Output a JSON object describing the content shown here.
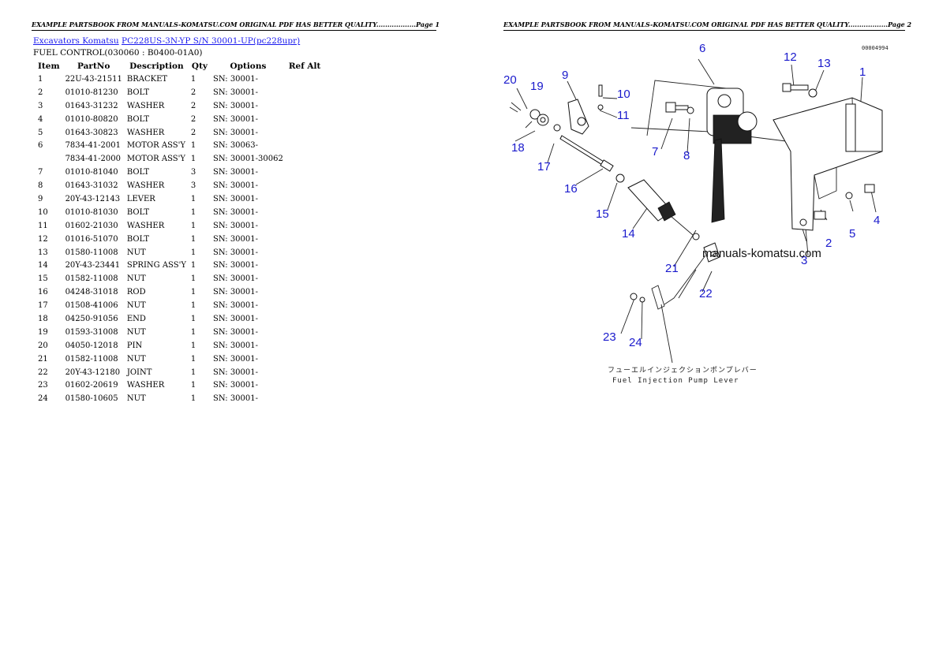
{
  "header": {
    "page1": "EXAMPLE PARTSBOOK FROM MANUALS-KOMATSU.COM ORIGINAL PDF HAS BETTER QUALITY..................Page 1",
    "page2": "EXAMPLE PARTSBOOK FROM MANUALS-KOMATSU.COM ORIGINAL PDF HAS BETTER QUALITY..................Page 2"
  },
  "breadcrumb": {
    "link1": "Excavators Komatsu",
    "link2": "PC228US-3N-YP S/N 30001-UP(pc228upr)"
  },
  "section_title": "FUEL CONTROL(030060 : B0400-01A0)",
  "table": {
    "headers": [
      "Item",
      "PartNo",
      "Description",
      "Qty",
      "Options",
      "Ref Alt"
    ],
    "rows": [
      {
        "item": "1",
        "part": "22U-43-21511",
        "desc": "BRACKET",
        "qty": "1",
        "opt": "SN: 30001-",
        "ref": ""
      },
      {
        "item": "2",
        "part": "01010-81230",
        "desc": "BOLT",
        "qty": "2",
        "opt": "SN: 30001-",
        "ref": ""
      },
      {
        "item": "3",
        "part": "01643-31232",
        "desc": "WASHER",
        "qty": "2",
        "opt": "SN: 30001-",
        "ref": ""
      },
      {
        "item": "4",
        "part": "01010-80820",
        "desc": "BOLT",
        "qty": "2",
        "opt": "SN: 30001-",
        "ref": ""
      },
      {
        "item": "5",
        "part": "01643-30823",
        "desc": "WASHER",
        "qty": "2",
        "opt": "SN: 30001-",
        "ref": ""
      },
      {
        "item": "6",
        "part": "7834-41-2001",
        "desc": "MOTOR ASS'Y",
        "qty": "1",
        "opt": "SN: 30063-",
        "ref": ""
      },
      {
        "item": "",
        "part": "7834-41-2000",
        "desc": "MOTOR ASS'Y",
        "qty": "1",
        "opt": "SN: 30001-30062",
        "ref": ""
      },
      {
        "item": "7",
        "part": "01010-81040",
        "desc": "BOLT",
        "qty": "3",
        "opt": "SN: 30001-",
        "ref": ""
      },
      {
        "item": "8",
        "part": "01643-31032",
        "desc": "WASHER",
        "qty": "3",
        "opt": "SN: 30001-",
        "ref": ""
      },
      {
        "item": "9",
        "part": "20Y-43-12143",
        "desc": "LEVER",
        "qty": "1",
        "opt": "SN: 30001-",
        "ref": ""
      },
      {
        "item": "10",
        "part": "01010-81030",
        "desc": "BOLT",
        "qty": "1",
        "opt": "SN: 30001-",
        "ref": ""
      },
      {
        "item": "11",
        "part": "01602-21030",
        "desc": "WASHER",
        "qty": "1",
        "opt": "SN: 30001-",
        "ref": ""
      },
      {
        "item": "12",
        "part": "01016-51070",
        "desc": "BOLT",
        "qty": "1",
        "opt": "SN: 30001-",
        "ref": ""
      },
      {
        "item": "13",
        "part": "01580-11008",
        "desc": "NUT",
        "qty": "1",
        "opt": "SN: 30001-",
        "ref": ""
      },
      {
        "item": "14",
        "part": "20Y-43-23441",
        "desc": "SPRING ASS'Y",
        "qty": "1",
        "opt": "SN: 30001-",
        "ref": ""
      },
      {
        "item": "15",
        "part": "01582-11008",
        "desc": "NUT",
        "qty": "1",
        "opt": "SN: 30001-",
        "ref": ""
      },
      {
        "item": "16",
        "part": "04248-31018",
        "desc": "ROD",
        "qty": "1",
        "opt": "SN: 30001-",
        "ref": ""
      },
      {
        "item": "17",
        "part": "01508-41006",
        "desc": "NUT",
        "qty": "1",
        "opt": "SN: 30001-",
        "ref": ""
      },
      {
        "item": "18",
        "part": "04250-91056",
        "desc": "END",
        "qty": "1",
        "opt": "SN: 30001-",
        "ref": ""
      },
      {
        "item": "19",
        "part": "01593-31008",
        "desc": "NUT",
        "qty": "1",
        "opt": "SN: 30001-",
        "ref": ""
      },
      {
        "item": "20",
        "part": "04050-12018",
        "desc": "PIN",
        "qty": "1",
        "opt": "SN: 30001-",
        "ref": ""
      },
      {
        "item": "21",
        "part": "01582-11008",
        "desc": "NUT",
        "qty": "1",
        "opt": "SN: 30001-",
        "ref": ""
      },
      {
        "item": "22",
        "part": "20Y-43-12180",
        "desc": "JOINT",
        "qty": "1",
        "opt": "SN: 30001-",
        "ref": ""
      },
      {
        "item": "23",
        "part": "01602-20619",
        "desc": "WASHER",
        "qty": "1",
        "opt": "SN: 30001-",
        "ref": ""
      },
      {
        "item": "24",
        "part": "01580-10605",
        "desc": "NUT",
        "qty": "1",
        "opt": "SN: 30001-",
        "ref": ""
      }
    ]
  },
  "diagram": {
    "drawing_number": "00004994",
    "watermark": "manuals-komatsu.com",
    "caption_jp": "フューエルインジェクションポンプレバー",
    "caption_en": "Fuel Injection Pump Lever",
    "callouts": [
      "1",
      "2",
      "3",
      "4",
      "5",
      "6",
      "7",
      "8",
      "9",
      "10",
      "11",
      "12",
      "13",
      "14",
      "15",
      "16",
      "17",
      "18",
      "19",
      "20",
      "21",
      "22",
      "23",
      "24"
    ],
    "colors": {
      "callout": "#1a1acc",
      "link": "#1a1aee"
    }
  }
}
